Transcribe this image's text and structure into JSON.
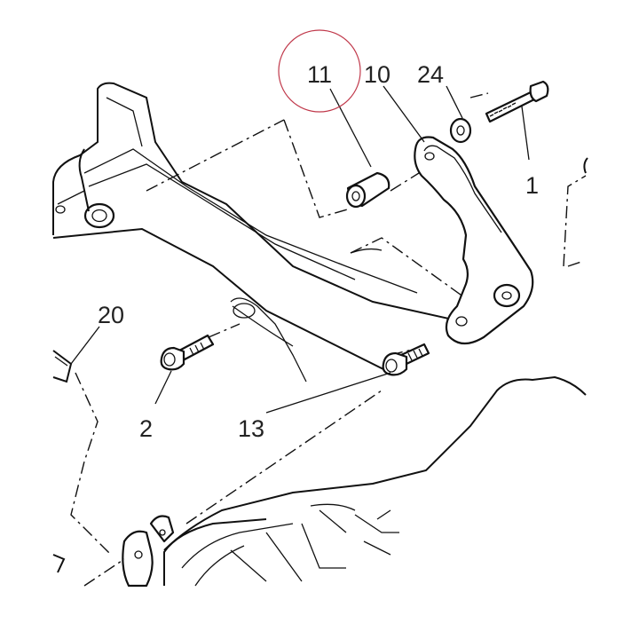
{
  "diagram": {
    "callouts": {
      "c1": "1",
      "c2": "2",
      "c10": "10",
      "c11": "11",
      "c13": "13",
      "c20": "20",
      "c24": "24"
    },
    "highlight_color": "#c0394b",
    "line_color": "#111111"
  }
}
